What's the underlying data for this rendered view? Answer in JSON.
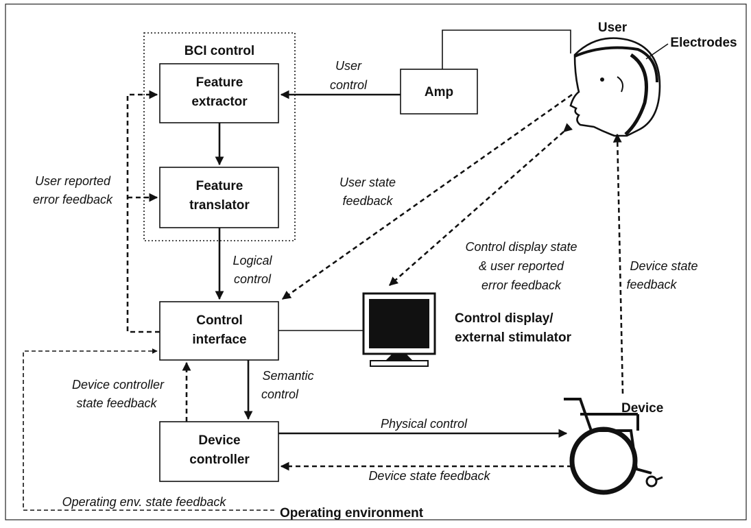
{
  "labels": {
    "bci_control": "BCI control",
    "feature_extractor": [
      "Feature",
      "extractor"
    ],
    "feature_translator": [
      "Feature",
      "translator"
    ],
    "amp": "Amp",
    "user": "User",
    "electrodes": "Electrodes",
    "control_interface": [
      "Control",
      "interface"
    ],
    "device_controller": [
      "Device",
      "controller"
    ],
    "device": "Device",
    "control_display": [
      "Control display/",
      "external stimulator"
    ],
    "operating_environment": "Operating environment"
  },
  "flows": {
    "user_control": [
      "User",
      "control"
    ],
    "user_reported_error": [
      "User reported",
      "error feedback"
    ],
    "user_state_feedback": [
      "User state",
      "feedback"
    ],
    "logical_control": [
      "Logical",
      "control"
    ],
    "control_display_state": [
      "Control display state",
      "& user reported",
      "error feedback"
    ],
    "device_state_feedback_right": [
      "Device state",
      "feedback"
    ],
    "semantic_control": [
      "Semantic",
      "control"
    ],
    "device_controller_state": [
      "Device controller",
      "state feedback"
    ],
    "physical_control": "Physical control",
    "device_state_feedback_bottom": "Device state feedback",
    "operating_env_state": "Operating env. state feedback"
  }
}
